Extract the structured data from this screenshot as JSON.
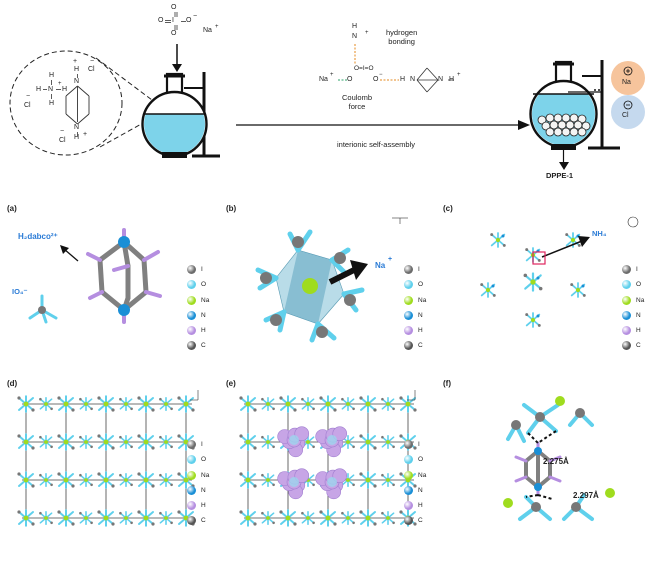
{
  "scheme": {
    "reagent_formula": [
      "O",
      "O",
      "I",
      "O",
      "O"
    ],
    "reagent_charge": "−",
    "reagent_na": "Na",
    "reagent_na_charge": "+",
    "inset_ions": {
      "nh4_h_top": "H",
      "nh4_n": "N",
      "nh4_plus": "+",
      "nh4_h_left": "H",
      "nh4_h_right": "H",
      "nh4_h_bottom": "H",
      "cl_left": "Cl",
      "cl_left_minus": "−",
      "cl_top": "Cl",
      "cl_top_minus": "−",
      "dabco_h_top": "H",
      "dabco_h_top_plus": "+",
      "dabco_h_bottom": "H",
      "dabco_h_bottom_plus": "+",
      "dabco_n_top": "N",
      "dabco_n_bottom": "N",
      "cl_bottom": "Cl",
      "cl_bottom_minus": "−"
    },
    "mid_formula": {
      "nh4_h": "H",
      "nh4_n": "N",
      "nh4_plus": "+",
      "na": "Na",
      "na_plus": "+",
      "periodate": "O=I=O",
      "o_left": "O",
      "o_right": "O",
      "dabco_h1": "H",
      "dabco_n1": "N",
      "dabco_n2": "N",
      "dabco_h2": "H",
      "dabco_plus": "+",
      "minus": "−"
    },
    "hydrogen_bonding": "hydrogen\nbonding",
    "coulomb_force": "Coulomb\nforce",
    "arrow_label": "interionic self-assembly",
    "product_label": "DPPE-1",
    "circle_na": "Na",
    "circle_cl": "Cl"
  },
  "panels": {
    "a": {
      "label": "(a)",
      "annotation_h2dabco": "H₂dabco²⁺",
      "annotation_io4": "IO₄⁻"
    },
    "b": {
      "label": "(b)",
      "annotation_na": "Na",
      "annotation_na_plus": "+"
    },
    "c": {
      "label": "(c)",
      "annotation_nh4": "NH₄"
    },
    "d": {
      "label": "(d)"
    },
    "e": {
      "label": "(e)"
    },
    "f": {
      "label": "(f)",
      "distance1": "2.275Å",
      "distance2": "2.297Å"
    }
  },
  "legend": [
    {
      "label": "I",
      "color": "#6c6c6c"
    },
    {
      "label": "O",
      "color": "#5fd0ec"
    },
    {
      "label": "Na",
      "color": "#9fdc1e"
    },
    {
      "label": "N",
      "color": "#1a8fd6"
    },
    {
      "label": "H",
      "color": "#b58ee0"
    },
    {
      "label": "C",
      "color": "#555555"
    }
  ],
  "colors": {
    "blue_text": "#2a7bd6",
    "solution": "#7dd3ea",
    "na_circle": "#f6c49c",
    "cl_circle": "#c5d9ee",
    "hbond_dash": "#e58a1f",
    "coulomb_dash": "#2da36a"
  }
}
